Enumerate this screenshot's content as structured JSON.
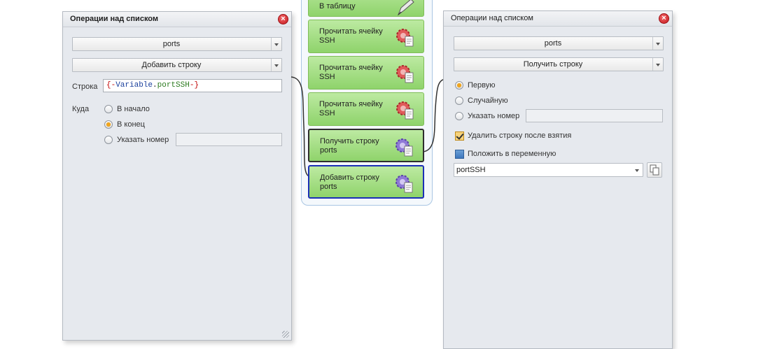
{
  "left_panel": {
    "title": "Операции над списком",
    "list_select": "ports",
    "operation_select": "Добавить строку",
    "string_label": "Строка",
    "string_value": {
      "open": "{-",
      "variable": "Variable",
      "dot": ".",
      "name": "portSSH",
      "close": "-}"
    },
    "where_label": "Куда",
    "radios": [
      {
        "label": "В начало",
        "checked": false
      },
      {
        "label": "В конец",
        "checked": true
      },
      {
        "label": "Указать номер",
        "checked": false
      }
    ],
    "number_value": ""
  },
  "flow": {
    "nodes": [
      {
        "label": "В таблицу",
        "icon": "pen-icon"
      },
      {
        "label": "Прочитать ячейку SSH",
        "icon": "gear-red-icon"
      },
      {
        "label": "Прочитать ячейку SSH",
        "icon": "gear-red-icon"
      },
      {
        "label": "Прочитать ячейку SSH",
        "icon": "gear-red-icon"
      },
      {
        "label": "Получить строку ports",
        "icon": "gear-purple-icon"
      },
      {
        "label": "Добавить строку ports",
        "icon": "gear-purple-icon"
      }
    ]
  },
  "right_panel": {
    "title": "Операции над списком",
    "list_select": "ports",
    "operation_select": "Получить строку",
    "radios": [
      {
        "label": "Первую",
        "checked": true
      },
      {
        "label": "Случайную",
        "checked": false
      },
      {
        "label": "Указать номер",
        "checked": false
      }
    ],
    "number_value": "",
    "delete_after": {
      "label": "Удалить строку после взятия",
      "checked": true
    },
    "put_in_variable": {
      "label": "Положить в переменную",
      "checked": true
    },
    "variable_select": "portSSH"
  }
}
